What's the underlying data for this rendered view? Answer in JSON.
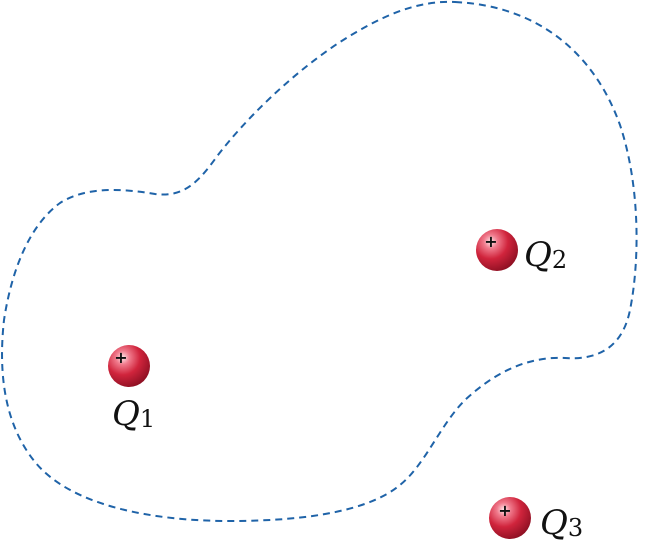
{
  "colors": {
    "surface_line": "#1f63a8",
    "charge_fill": "#d0243c",
    "charge_dark": "#8c0f22",
    "charge_highlight": "#ffe6ea",
    "label": "#111111"
  },
  "charges": [
    {
      "id": "q1",
      "sign": "+",
      "label": "Q",
      "subscript": "1",
      "inside_surface": true
    },
    {
      "id": "q2",
      "sign": "+",
      "label": "Q",
      "subscript": "2",
      "inside_surface": true
    },
    {
      "id": "q3",
      "sign": "+",
      "label": "Q",
      "subscript": "3",
      "inside_surface": false
    }
  ]
}
